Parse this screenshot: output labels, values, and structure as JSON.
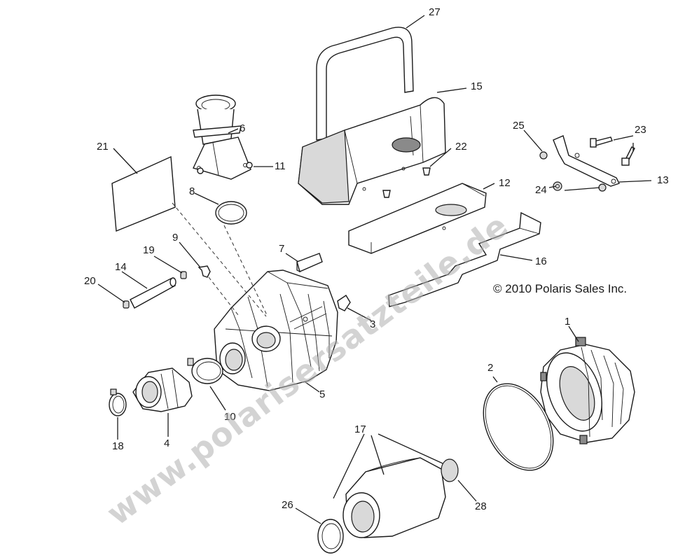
{
  "copyright": "© 2010 Polaris Sales Inc.",
  "watermark": "www.polarisersatzteile.de",
  "callouts": [
    "27",
    "15",
    "6",
    "21",
    "11",
    "22",
    "12",
    "8",
    "25",
    "23",
    "13",
    "24",
    "7",
    "16",
    "19",
    "9",
    "14",
    "20",
    "3",
    "1",
    "2",
    "5",
    "18",
    "4",
    "10",
    "17",
    "26",
    "28"
  ]
}
